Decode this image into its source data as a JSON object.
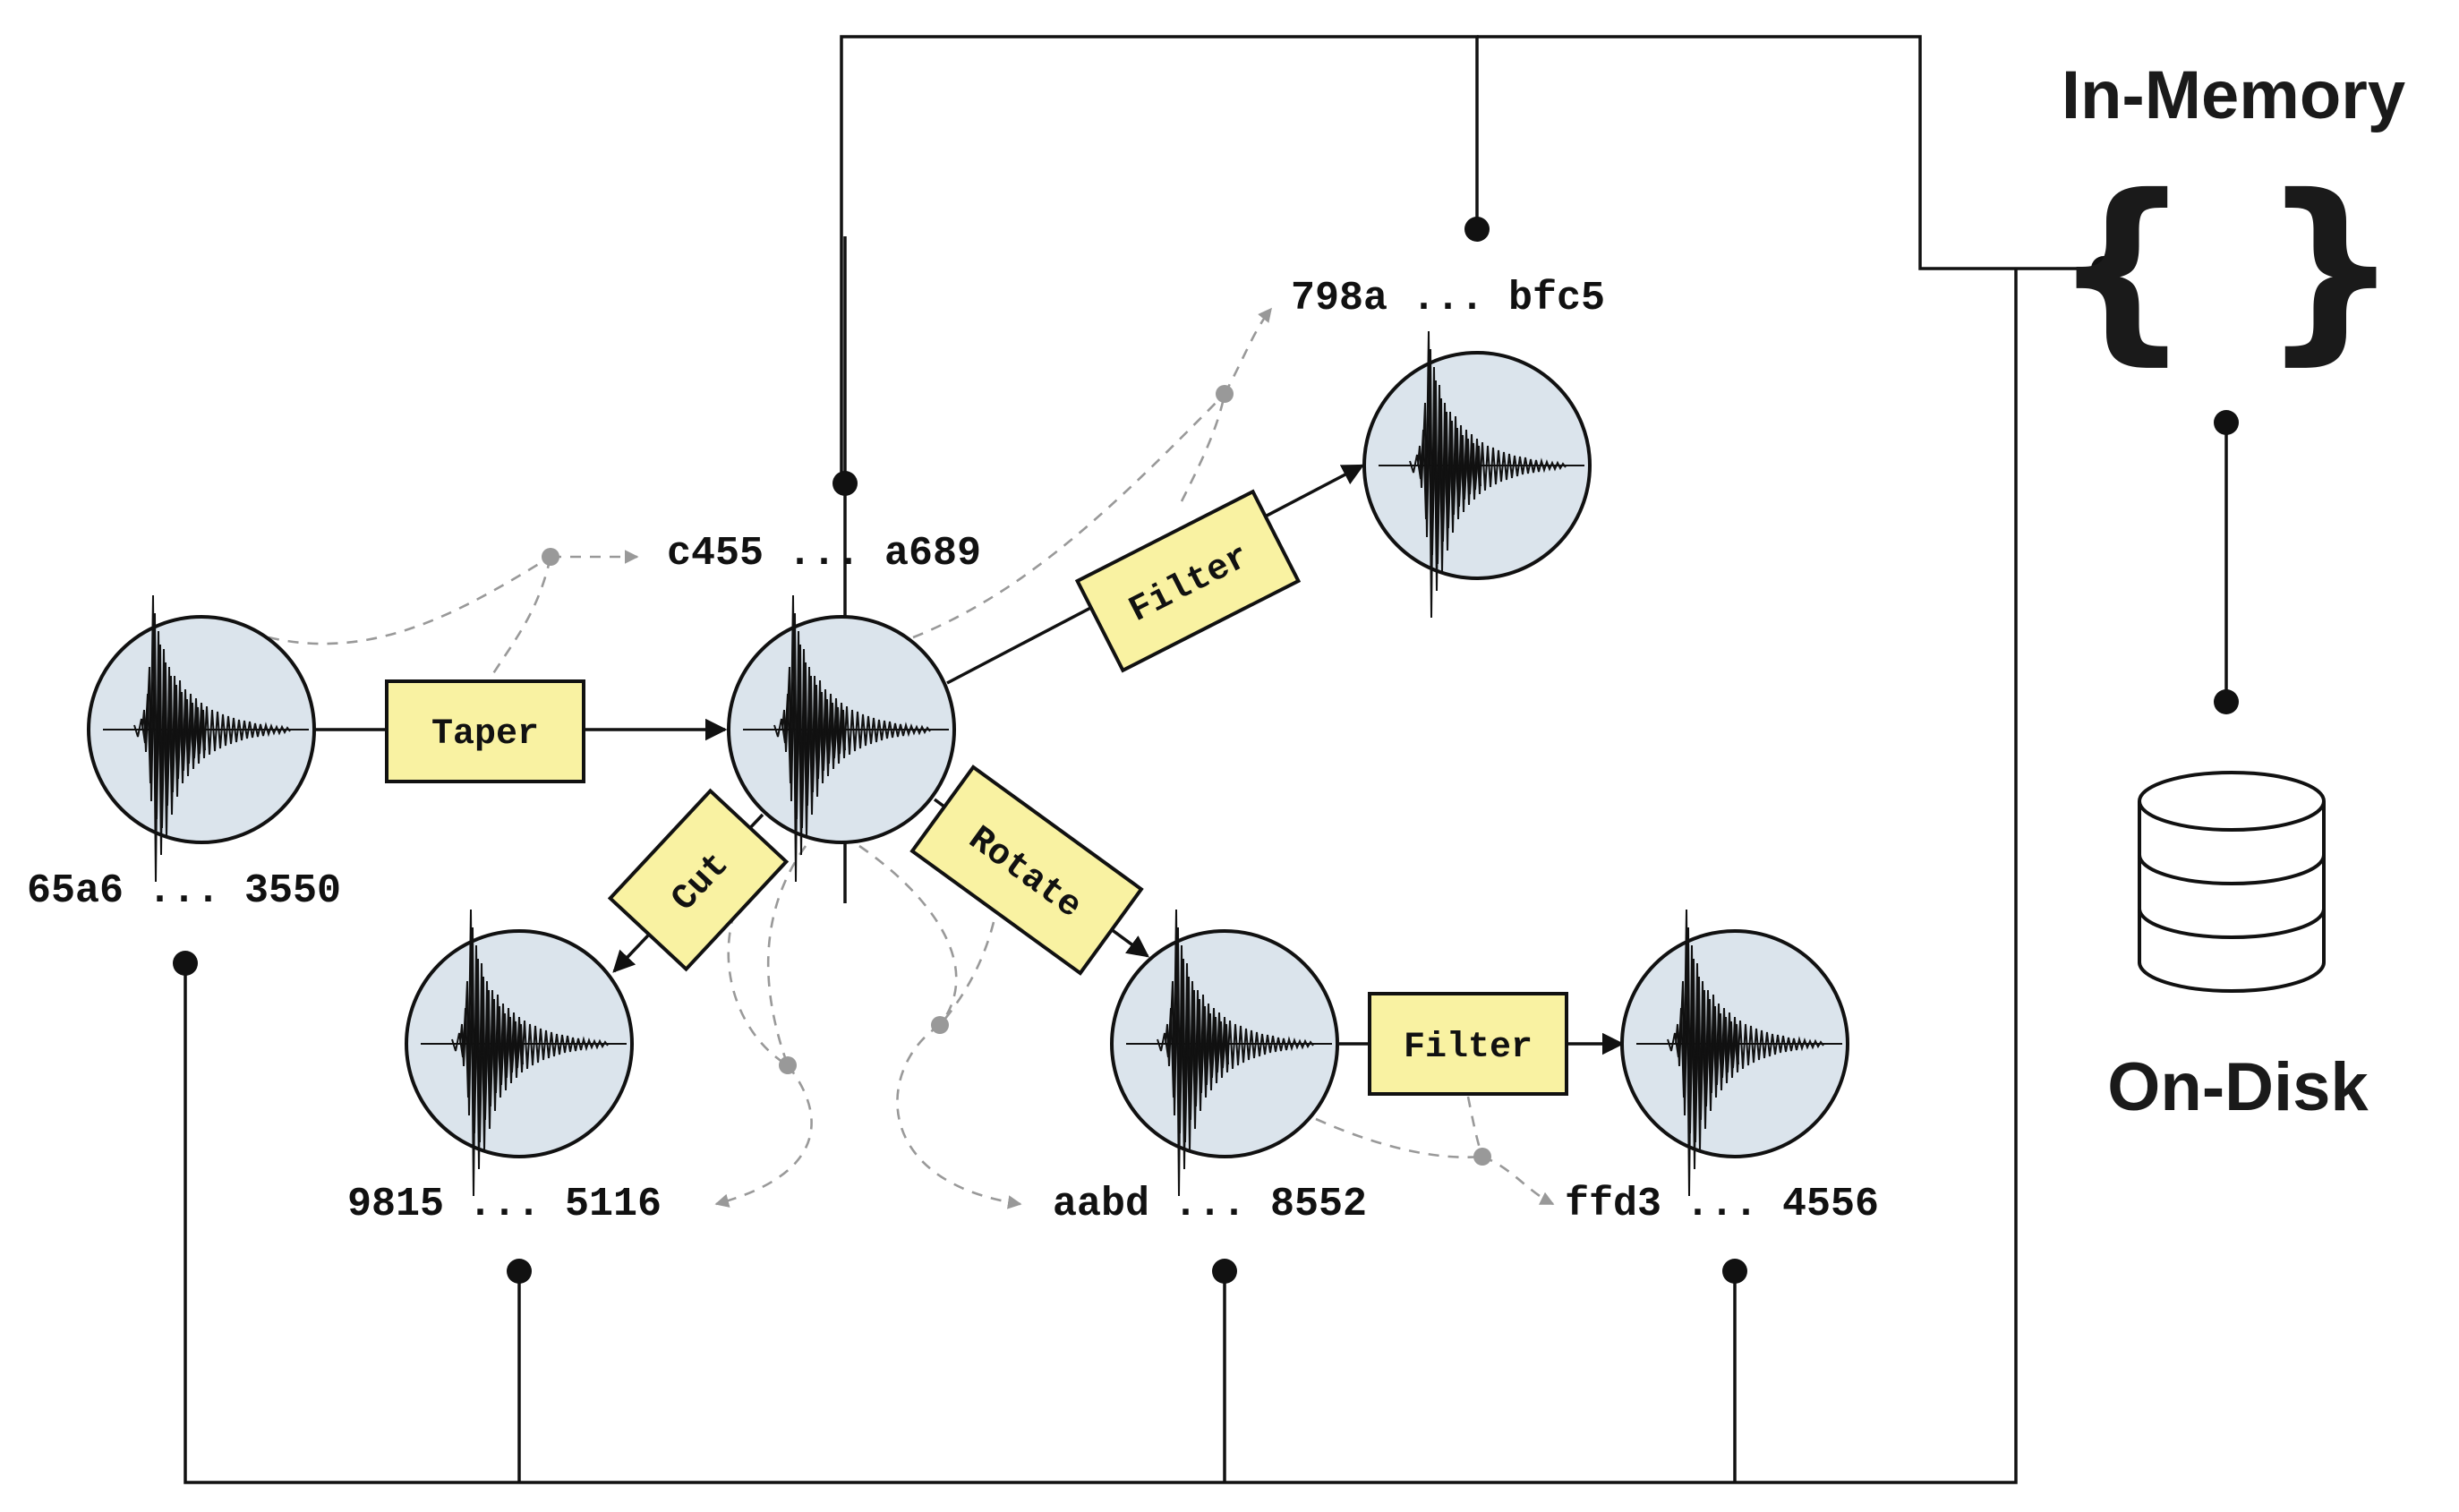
{
  "nodes": [
    {
      "id": "n_root",
      "hash": "65a6 ... 3550"
    },
    {
      "id": "n_taper",
      "hash": "c455 ... a689"
    },
    {
      "id": "n_filter_top",
      "hash": "798a ... bfc5"
    },
    {
      "id": "n_cut",
      "hash": "9815 ... 5116"
    },
    {
      "id": "n_rotate",
      "hash": "aabd ... 8552"
    },
    {
      "id": "n_filter_bottom",
      "hash": "ffd3 ... 4556"
    }
  ],
  "operations": {
    "taper": "Taper",
    "filter_top": "Filter",
    "cut": "Cut",
    "rotate": "Rotate",
    "filter_bottom": "Filter"
  },
  "storage": {
    "in_memory": "In-Memory",
    "in_memory_icon": "{ }",
    "on_disk": "On-Disk",
    "on_disk_icon": "database-icon"
  },
  "colors": {
    "node_fill": "#dbe4ec",
    "operation_fill": "#f9f2a2",
    "line": "#111111",
    "dashed_link": "#999999"
  }
}
